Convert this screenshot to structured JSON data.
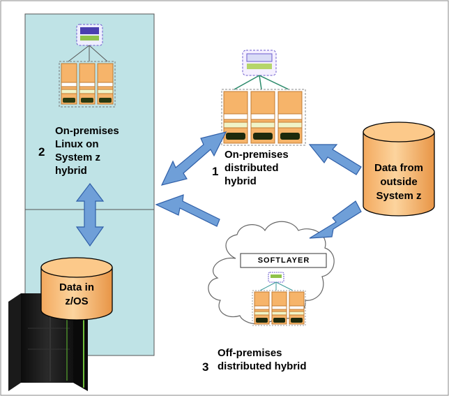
{
  "zones": {
    "linux": {
      "number": "2",
      "label": "On-premises\nLinux on\nSystem z\nhybrid"
    },
    "distributed": {
      "number": "1",
      "label": "On-premises\ndistributed\nhybrid"
    },
    "cloud": {
      "number": "3",
      "label": "Off-premises\ndistributed hybrid",
      "provider": "SOFTLAYER"
    }
  },
  "databases": {
    "outside": "Data from\noutside\nSystem z",
    "zos": "Data in\nz/OS"
  },
  "colors": {
    "panel_fill": "#bfe3e6",
    "arrow_fill": "#6f9fd8",
    "arrow_stroke": "#2f5fa8",
    "db_fill": "#f8bf7c",
    "node_orange": "#f6b46a",
    "node_green": "#b5d56a"
  }
}
